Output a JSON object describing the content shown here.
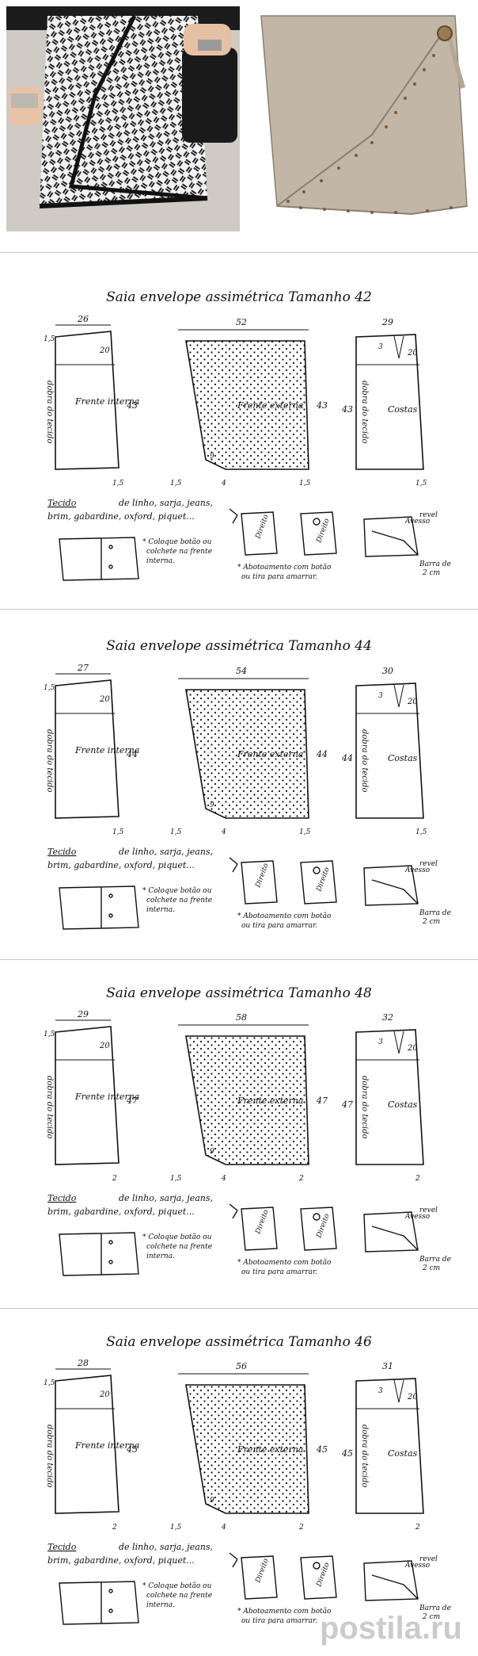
{
  "sections": [
    {
      "title": "Saia envelope assimétrica Tamanho 42",
      "front_inner": {
        "top_width": "26",
        "label": "Frente interna",
        "height": "43",
        "mark_top": "20",
        "left_margin": "1,5",
        "fold_label": "dobra do tecido",
        "bottom_mark": "1,5"
      },
      "front_outer": {
        "top_width": "52",
        "label": "Frente externa",
        "height": "43",
        "mark_left": "9",
        "bottom_left": "1,5",
        "bottom_mid": "4",
        "bottom_right": "1,5"
      },
      "back": {
        "top_width": "29",
        "label": "Costas",
        "height": "43",
        "dart": "3",
        "mark_top": "20",
        "fold_label": "dobra do tecido",
        "bottom_mark": "1,5"
      }
    },
    {
      "title": "Saia envelope assimétrica Tamanho 44",
      "front_inner": {
        "top_width": "27",
        "label": "Frente interna",
        "height": "44",
        "mark_top": "20",
        "left_margin": "1,5",
        "fold_label": "dobra do tecido",
        "bottom_mark": "1,5"
      },
      "front_outer": {
        "top_width": "54",
        "label": "Frente externa",
        "height": "44",
        "mark_left": "9",
        "bottom_left": "1,5",
        "bottom_mid": "4",
        "bottom_right": "1,5"
      },
      "back": {
        "top_width": "30",
        "label": "Costas",
        "height": "44",
        "dart": "3",
        "mark_top": "20",
        "fold_label": "dobra do tecido",
        "bottom_mark": "1,5"
      }
    },
    {
      "title": "Saia envelope assimétrica Tamanho 48",
      "front_inner": {
        "top_width": "29",
        "label": "Frente interna",
        "height": "47",
        "mark_top": "20",
        "left_margin": "1,5",
        "fold_label": "dobra do tecido",
        "bottom_mark": "2"
      },
      "front_outer": {
        "top_width": "58",
        "label": "Frente externa",
        "height": "47",
        "mark_left": "9",
        "bottom_left": "1,5",
        "bottom_mid": "4",
        "bottom_right": "2"
      },
      "back": {
        "top_width": "32",
        "label": "Costas",
        "height": "47",
        "dart": "3",
        "mark_top": "20",
        "fold_label": "dobra do tecido",
        "bottom_mark": "2"
      }
    },
    {
      "title": "Saia envelope assimétrica Tamanho 46",
      "front_inner": {
        "top_width": "28",
        "label": "Frente interna",
        "height": "45",
        "mark_top": "20",
        "left_margin": "1,5",
        "fold_label": "dobra do tecido",
        "bottom_mark": "2"
      },
      "front_outer": {
        "top_width": "56",
        "label": "Frente externa",
        "height": "45",
        "mark_left": "9",
        "bottom_left": "1,5",
        "bottom_mid": "4",
        "bottom_right": "2"
      },
      "back": {
        "top_width": "31",
        "label": "Costas",
        "height": "45",
        "dart": "3",
        "mark_top": "20",
        "fold_label": "dobra do tecido",
        "bottom_mark": "2"
      }
    }
  ],
  "common": {
    "tecido_label": "Tecido",
    "tecido_line1": "de linho, sarja, jeans,",
    "tecido_line2": "brim, gabardine, oxford, piquet...",
    "button_note_1": "* Coloque botão ou",
    "button_note_2": "colchete na frente",
    "button_note_3": "interna.",
    "fastening_note_1": "* Abotoamento com botão",
    "fastening_note_2": "ou tira para amarrar.",
    "direito": "Direito",
    "avesso": "Avesso",
    "revel": "revel",
    "barra_1": "Barra de",
    "barra_2": "2 cm"
  },
  "watermark": "postila.ru",
  "colors": {
    "photo1_bg": "#c9c4bf",
    "skirt_fabric": "#c2b7a6",
    "ink": "#111111",
    "watermark": "#a0a0a0"
  }
}
